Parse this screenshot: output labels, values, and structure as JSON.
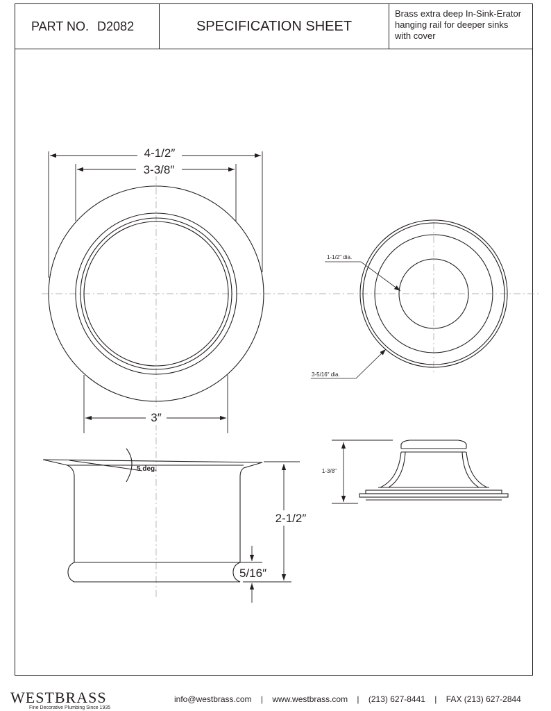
{
  "header": {
    "part_label": "PART NO.",
    "part_number": "D2082",
    "sheet_title": "SPECIFICATION SHEET",
    "description_lines": [
      "Brass extra deep In-Sink-Erator",
      "hanging rail for deeper sinks",
      "with cover"
    ]
  },
  "dimensions": {
    "flange_outer": "4-1/2″",
    "flange_inner": "3-3/8″",
    "body_width": "3″",
    "flange_angle": "5 deg.",
    "body_height": "2-1/2″",
    "bead_height": "5/16″",
    "cover_hole_dia": "1-1/2″ dia.",
    "cover_outer_dia": "3-5/16″ dia.",
    "cover_height": "1-3/8″"
  },
  "footer": {
    "brand": "WESTBRASS",
    "tagline": "Fine Decorative Plumbing Since 1935",
    "email": "info@westbrass.com",
    "website": "www.westbrass.com",
    "phone": "(213) 627-8441",
    "fax": "FAX (213) 627-2844",
    "divider": "|"
  },
  "colors": {
    "line": "#231f20",
    "centerline": "#9a9a9a"
  }
}
